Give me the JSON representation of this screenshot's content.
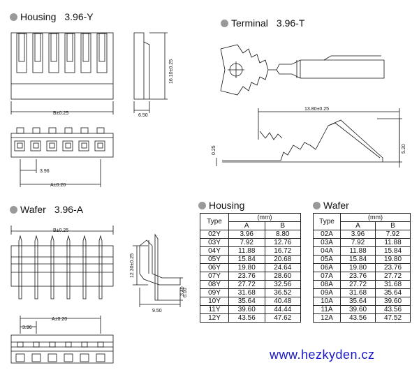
{
  "housing": {
    "title": "Housing",
    "code": "3.96-Y",
    "dim_width": "B±0.25",
    "dim_height": "16.10±0.25",
    "dim_depth": "6.50",
    "dim_pitch": "3.96",
    "dim_a": "A±0.20"
  },
  "terminal": {
    "title": "Terminal",
    "code": "3.96-T",
    "dim_length": "13.80±0.25",
    "dim_height": "5.20",
    "dim_thick": "0.25"
  },
  "wafer": {
    "title": "Wafer",
    "code": "3.96-A",
    "dim_width": "B±0.25",
    "dim_height": "12.30±0.25",
    "dim_pin": "3.40",
    "dim_pin2": "6.00",
    "dim_depth": "9.50",
    "dim_a": "A±0.20",
    "dim_pitch": "3.96"
  },
  "housing_table": {
    "title": "Housing",
    "col_type": "Type",
    "col_unit": "(mm)",
    "col_a": "A",
    "col_b": "B",
    "rows": [
      [
        "02Y",
        "3.96",
        "8.80"
      ],
      [
        "03Y",
        "7.92",
        "12.76"
      ],
      [
        "04Y",
        "11.88",
        "16.72"
      ],
      [
        "05Y",
        "15.84",
        "20.68"
      ],
      [
        "06Y",
        "19.80",
        "24.64"
      ],
      [
        "07Y",
        "23.76",
        "28.60"
      ],
      [
        "08Y",
        "27.72",
        "32.56"
      ],
      [
        "09Y",
        "31.68",
        "36.52"
      ],
      [
        "10Y",
        "35.64",
        "40.48"
      ],
      [
        "11Y",
        "39.60",
        "44.44"
      ],
      [
        "12Y",
        "43.56",
        "47.62"
      ]
    ]
  },
  "wafer_table": {
    "title": "Wafer",
    "col_type": "Type",
    "col_unit": "(mm)",
    "col_a": "A",
    "col_b": "B",
    "rows": [
      [
        "02A",
        "3.96",
        "7.92"
      ],
      [
        "03A",
        "7.92",
        "11.88"
      ],
      [
        "04A",
        "11.88",
        "15.84"
      ],
      [
        "05A",
        "15.84",
        "19.80"
      ],
      [
        "06A",
        "19.80",
        "23.76"
      ],
      [
        "07A",
        "23.76",
        "27.72"
      ],
      [
        "08A",
        "27.72",
        "31.68"
      ],
      [
        "09A",
        "31.68",
        "35.64"
      ],
      [
        "10A",
        "35.64",
        "39.60"
      ],
      [
        "11A",
        "39.60",
        "43.56"
      ],
      [
        "12A",
        "43.56",
        "47.52"
      ]
    ]
  },
  "website": "www.hezkyden.cz"
}
